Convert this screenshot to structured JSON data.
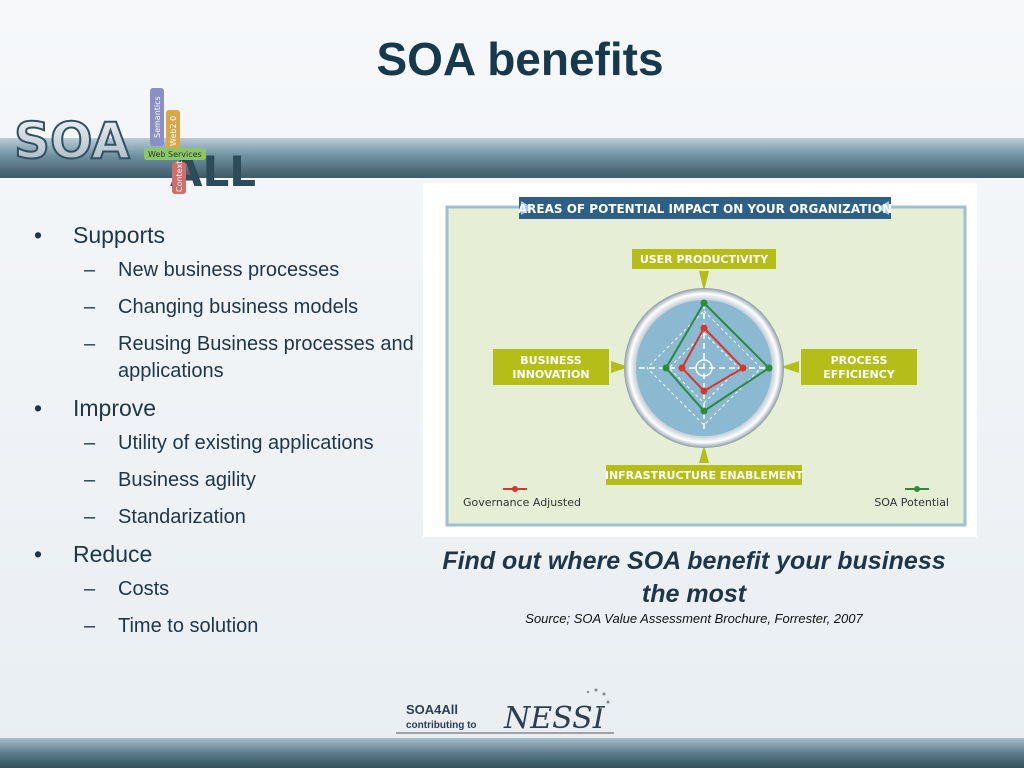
{
  "slide": {
    "title": "SOA benefits",
    "caption": "Find out where SOA benefit your business the most",
    "source": "Source; SOA Value Assessment Brochure, Forrester, 2007"
  },
  "logo": {
    "main": "SOA",
    "sub": "ALL",
    "tags": [
      "Semantics",
      "Web2.0",
      "Web Services",
      "Context"
    ]
  },
  "bullets": [
    {
      "label": "Supports",
      "items": [
        "New business processes",
        "Changing business models",
        "Reusing Business processes and applications"
      ]
    },
    {
      "label": "Improve",
      "items": [
        "Utility of existing applications",
        "Business agility",
        "Standarization"
      ]
    },
    {
      "label": "Reduce",
      "items": [
        "Costs",
        "Time to solution"
      ]
    }
  ],
  "diagram": {
    "banner": "AREAS OF POTENTIAL IMPACT ON YOUR ORGANIZATION",
    "top_label": "USER PRODUCTIVITY",
    "left_label_1": "BUSINESS",
    "left_label_2": "INNOVATION",
    "right_label_1": "PROCESS",
    "right_label_2": "EFFICIENCY",
    "bottom_label": "INFRASTRUCTURE ENABLEMENT",
    "legend_left": "Governance Adjusted",
    "legend_right": "SOA Potential",
    "colors": {
      "accent": "#b5bd18",
      "banner": "#2e5f85",
      "red": "#d8362a",
      "green": "#2d8a3b",
      "disc": "#8ab9d1"
    }
  },
  "footer": {
    "line1": "SOA4All",
    "line2": "contributing to",
    "brand": "NESSI"
  }
}
